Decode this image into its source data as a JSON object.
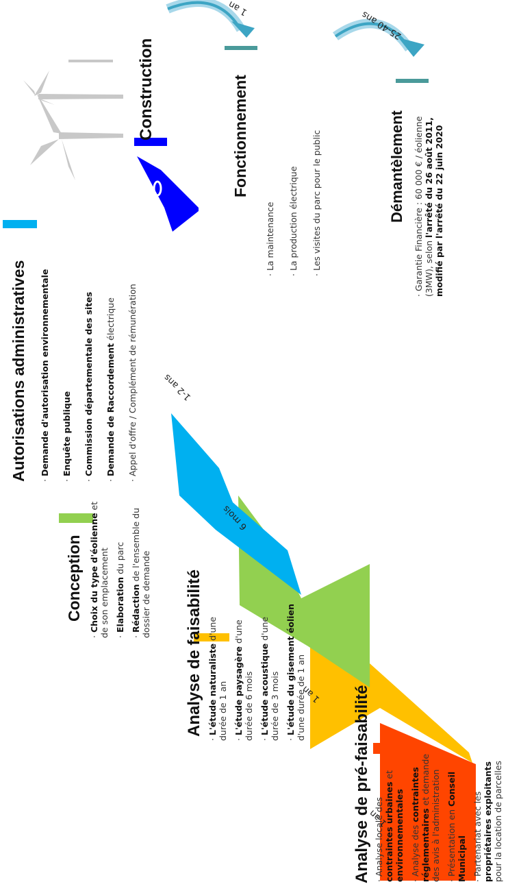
{
  "colors": {
    "pre_faisabilite": "#ff4500",
    "faisabilite": "#ffc000",
    "conception": "#92d050",
    "autorisations": "#00b0f0",
    "construction": "#0000ff",
    "fonctionnement_bar": "#4a9a9a",
    "arrow": "#3da5c4"
  },
  "phases": {
    "pre_faisabilite": {
      "title": "Analyse de pré-faisabilité",
      "bullets": [
        [
          "· Analyse locale des ",
          "contraintes urbaines",
          " et ",
          "environnementales",
          ""
        ],
        [
          "· Analyse des ",
          "contraintes réglementaires",
          " et demande des avis à l'administration",
          "",
          ""
        ],
        [
          "· Présentation en ",
          "Conseil Municipal",
          "",
          "",
          ""
        ],
        [
          "· Partenariat avec les ",
          "propriétaires exploitants",
          " pour la location de parcelles",
          "",
          ""
        ]
      ]
    },
    "faisabilite": {
      "title": "Analyse de faisabilité",
      "bullets": [
        [
          "· ",
          "L'étude naturaliste",
          " d'une durée de 1 an",
          "",
          ""
        ],
        [
          "· ",
          "L'étude paysagère",
          " d'une durée de 6 mois",
          "",
          ""
        ],
        [
          "· ",
          "L'étude acoustique",
          " d'une durée de 3 mois",
          "",
          ""
        ],
        [
          "· ",
          "L'étude du gisement éolien",
          " d'une durée de 1 an",
          "",
          ""
        ]
      ]
    },
    "conception": {
      "title": "Conception",
      "bullets": [
        [
          "· ",
          "Choix du type d'éolienne",
          " et de son emplacement",
          "",
          ""
        ],
        [
          "· ",
          "Elaboration",
          " du parc",
          "",
          ""
        ],
        [
          "· ",
          "Rédaction",
          " de l'ensemble du dossier de demande",
          "",
          ""
        ]
      ]
    },
    "autorisations": {
      "title": "Autorisations administratives",
      "bullets": [
        [
          "· ",
          "Demande d'autorisation environnementale",
          "",
          "",
          ""
        ],
        [
          "· ",
          "Enquête publique",
          "",
          "",
          ""
        ],
        [
          "· ",
          "Commission départementale des sites",
          "",
          "",
          ""
        ],
        [
          "· ",
          "Demande de Raccordement",
          " électrique",
          "",
          ""
        ],
        [
          "· Appel d'offre / Complément de rémunération",
          "",
          "",
          "",
          ""
        ]
      ]
    },
    "construction": {
      "title": "Construction"
    },
    "fonctionnement": {
      "title": "Fonctionnement",
      "bullets": [
        [
          "· La maintenance",
          "",
          "",
          "",
          ""
        ],
        [
          "· La production électrique",
          "",
          "",
          "",
          ""
        ],
        [
          "· Les visites du parc pour le public",
          "",
          "",
          "",
          ""
        ]
      ]
    },
    "demantelement": {
      "title": "Démantèlement",
      "bullets": [
        [
          "· Garantie Financière : 60 000 € / éolienne (3MW), selon ",
          "l'arrêté du 26 août 2011, modifié par l'arrêté du 22 juin 2020",
          "",
          "",
          ""
        ]
      ]
    }
  },
  "durations": {
    "pre_faisabilite": "1 an",
    "faisabilite": "1 an",
    "conception": "6 mois",
    "autorisations": "1-2 ans",
    "construction": "1 an",
    "fonctionnement": "25-40 ans"
  }
}
